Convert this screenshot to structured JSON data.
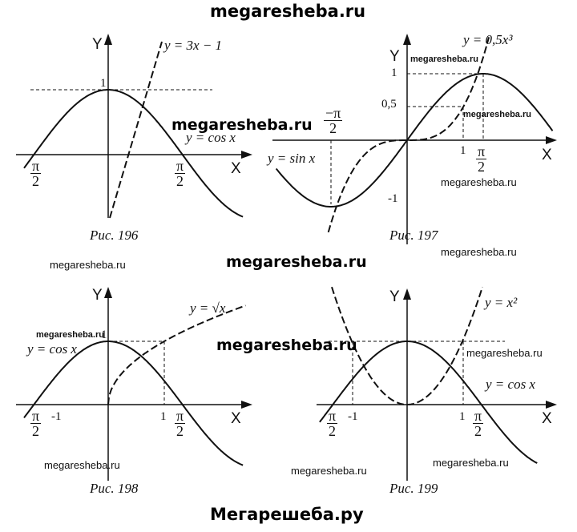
{
  "header": {
    "site": "megaresheba.ru"
  },
  "footer": {
    "site": "Мегарешеба.ру"
  },
  "axes": {
    "x": "X",
    "y": "Y"
  },
  "figures": [
    {
      "caption": "Рис. 196",
      "solid": "y = cos x",
      "dashed": "y = 3x − 1",
      "ticks": {
        "one": "1",
        "pi": "π",
        "two": "2"
      }
    },
    {
      "caption": "Рис. 197",
      "solid": "y = sin x",
      "dashed": "y = 0,5x³",
      "ticks": {
        "one": "1",
        "half": "0,5",
        "minus_one": "-1",
        "xone": "1",
        "pi": "π",
        "two": "2",
        "neg_pi": "−π"
      }
    },
    {
      "caption": "Рис. 198",
      "solid": "y = cos x",
      "dashed": "y = √x",
      "ticks": {
        "one": "1",
        "minus_one": "-1",
        "xone": "1",
        "pi": "π",
        "two": "2"
      }
    },
    {
      "caption": "Рис. 199",
      "solid": "y = cos x",
      "dashed": "y = x²",
      "ticks": {
        "minus_one": "-1",
        "xone": "1",
        "pi": "π",
        "two": "2"
      }
    }
  ],
  "watermarks": {
    "small": "megaresheba.ru",
    "big": "megaresheba.ru"
  }
}
